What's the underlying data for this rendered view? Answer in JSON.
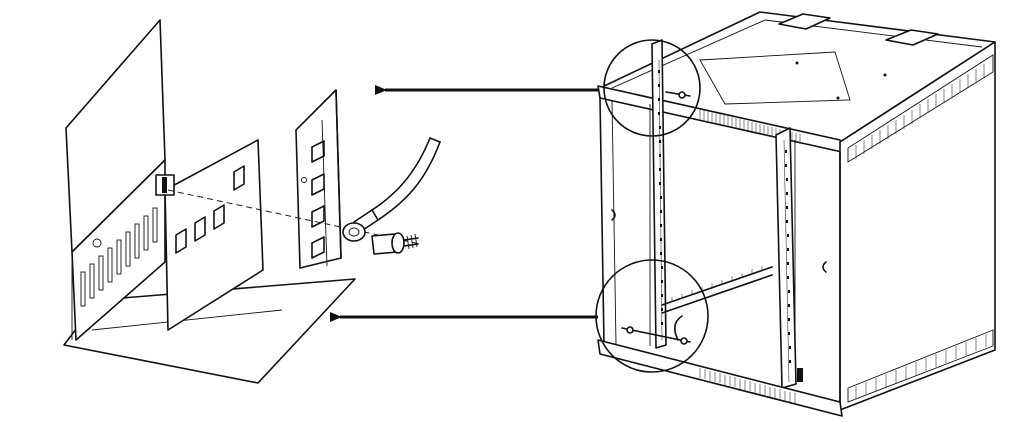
{
  "colors": {
    "ink": "#111111",
    "background": "#ffffff",
    "callout": "#222222"
  },
  "figure": {
    "left_detail": "grounding-bracket-assembly",
    "right_object": "wall-mount-cabinet",
    "callouts": [
      {
        "name": "top-rail-callout",
        "points_to": "grounding-bracket-assembly"
      },
      {
        "name": "bottom-rail-callout",
        "points_to": "base-plate"
      }
    ]
  }
}
